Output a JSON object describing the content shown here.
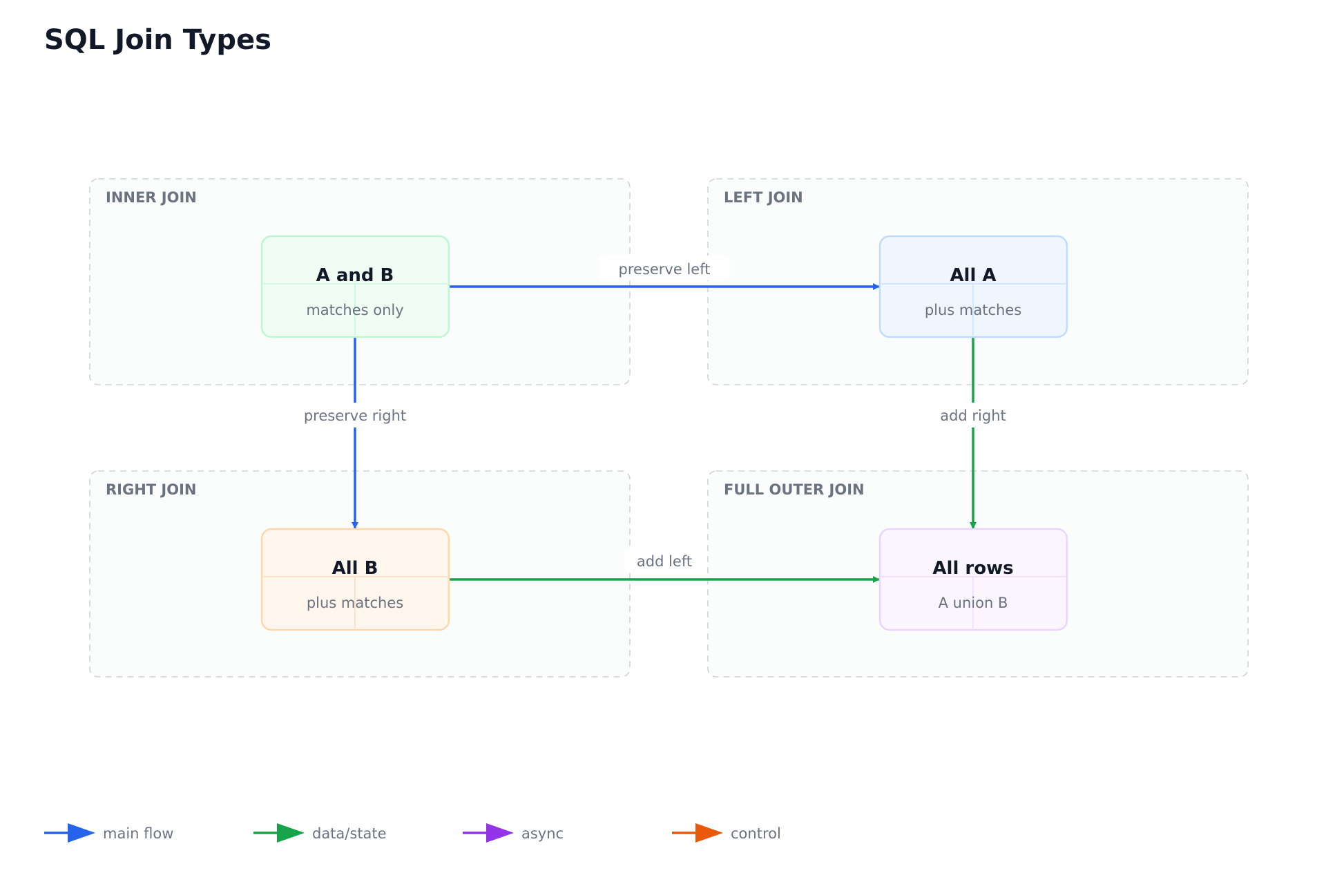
{
  "title": "SQL Join Types",
  "colors": {
    "blue": "#2563eb",
    "green": "#16a34a",
    "purple": "#9333ea",
    "orange": "#ea580c",
    "group_border": "#cfd3d8",
    "group_label": "#6b7280",
    "text_dark": "#111827",
    "text_muted": "#6b7280"
  },
  "groups": [
    {
      "id": "inner",
      "label": "INNER JOIN"
    },
    {
      "id": "left",
      "label": "LEFT JOIN"
    },
    {
      "id": "right",
      "label": "RIGHT JOIN"
    },
    {
      "id": "full",
      "label": "FULL OUTER JOIN"
    }
  ],
  "nodes": [
    {
      "id": "inner",
      "title": "A and B",
      "subtitle": "matches only",
      "fill": "#f0fdf4",
      "stroke": "#bbf7d0"
    },
    {
      "id": "left",
      "title": "All A",
      "subtitle": "plus matches",
      "fill": "#eff6ff",
      "stroke": "#bfdbfe"
    },
    {
      "id": "right",
      "title": "All B",
      "subtitle": "plus matches",
      "fill": "#fff7ed",
      "stroke": "#fed7aa"
    },
    {
      "id": "full",
      "title": "All rows",
      "subtitle": "A union B",
      "fill": "#faf5ff",
      "stroke": "#e9d5ff"
    }
  ],
  "edges": [
    {
      "id": "inner-left",
      "from": "inner",
      "to": "left",
      "label": "preserve left",
      "color": "#2563eb"
    },
    {
      "id": "inner-right",
      "from": "inner",
      "to": "right",
      "label": "preserve right",
      "color": "#2563eb"
    },
    {
      "id": "left-full",
      "from": "left",
      "to": "full",
      "label": "add right",
      "color": "#16a34a"
    },
    {
      "id": "right-full",
      "from": "right",
      "to": "full",
      "label": "add left",
      "color": "#16a34a"
    }
  ],
  "legend": [
    {
      "label": "main flow",
      "color": "#2563eb"
    },
    {
      "label": "data/state",
      "color": "#16a34a"
    },
    {
      "label": "async",
      "color": "#9333ea"
    },
    {
      "label": "control",
      "color": "#ea580c"
    }
  ]
}
